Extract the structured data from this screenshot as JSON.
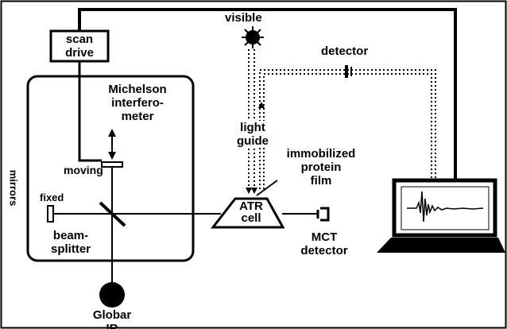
{
  "labels": {
    "scan_drive": [
      "scan",
      "drive"
    ],
    "visible": "visible",
    "detector_top": "detector",
    "michelson": [
      "Michelson",
      "interfero-",
      "meter"
    ],
    "light_guide": [
      "light",
      "guide"
    ],
    "immobilized": [
      "immobilized",
      "protein",
      "film"
    ],
    "mirrors": "mirrors",
    "moving": "moving",
    "fixed": "fixed",
    "beam_splitter": [
      "beam-",
      "splitter"
    ],
    "atr_cell": [
      "ATR",
      "cell"
    ],
    "mct_detector": [
      "MCT",
      "detector"
    ],
    "globar_ir": [
      "Globar",
      "IR"
    ]
  },
  "colors": {
    "line": "#000000",
    "background": "#ffffff"
  }
}
